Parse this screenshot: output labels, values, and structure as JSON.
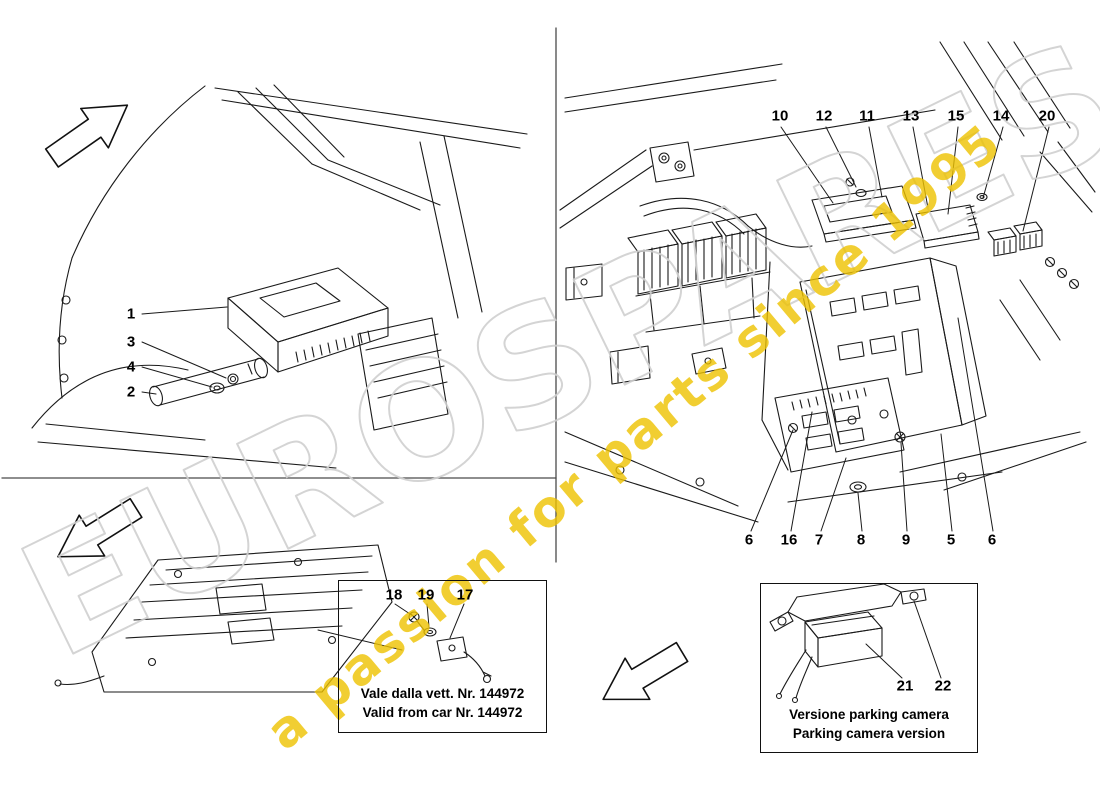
{
  "watermark": {
    "brand": "EUROSPARES",
    "tagline": "a passion for parts since 1995",
    "brand_outline_color": "#d0d0d0",
    "tagline_color": "#eec200"
  },
  "callouts": {
    "top_left": [
      "1",
      "3",
      "4",
      "2"
    ],
    "right_top": [
      "10",
      "12",
      "11",
      "13",
      "15",
      "14",
      "20"
    ],
    "right_bottom": [
      "6",
      "16",
      "7",
      "8",
      "9",
      "5",
      "6"
    ],
    "bottom_left": [
      "18",
      "19",
      "17"
    ],
    "bottom_right": [
      "21",
      "22"
    ]
  },
  "notes": {
    "validity": {
      "line1": "Vale dalla vett. Nr. 144972",
      "line2": "Valid from car Nr. 144972"
    },
    "camera": {
      "line1": "Versione parking camera",
      "line2": "Parking camera version"
    }
  }
}
